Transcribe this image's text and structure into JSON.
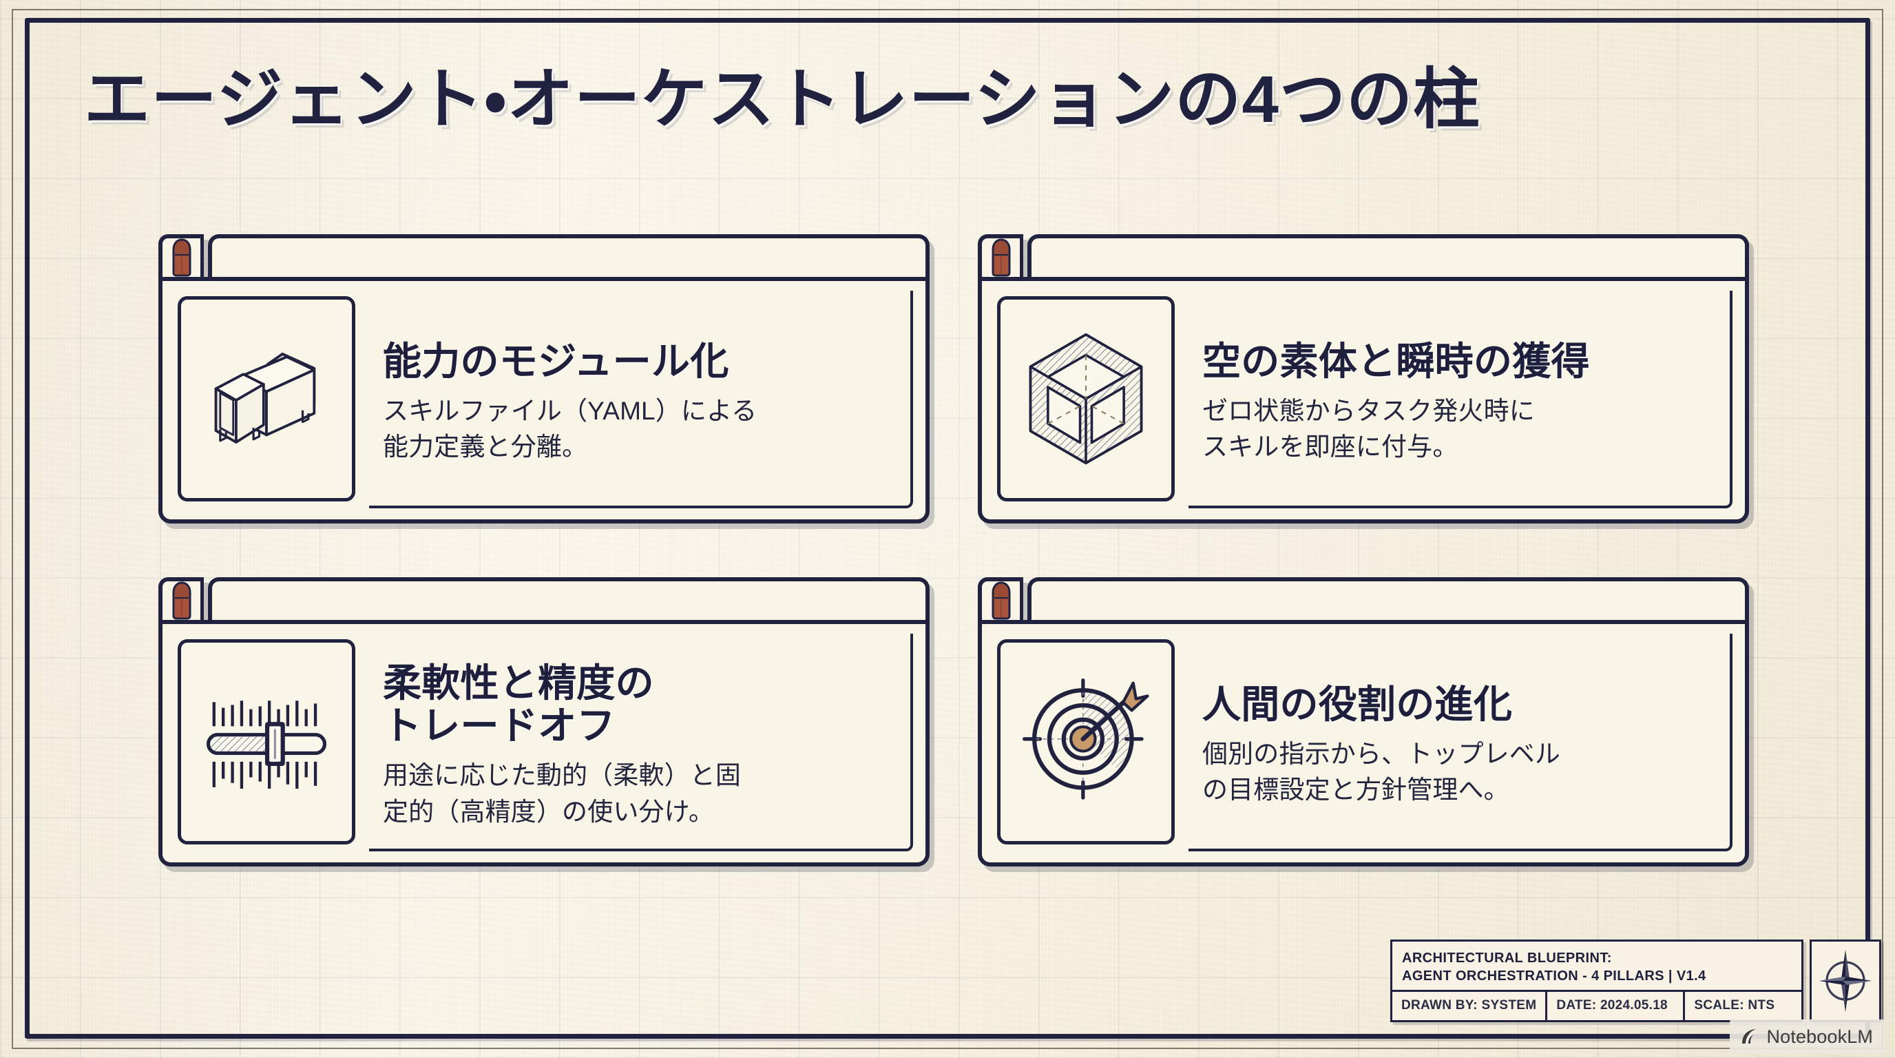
{
  "page_title": "エージェント・オーケストレーションの4つの柱",
  "theme": {
    "paper": "#f6f1e2",
    "ink": "#21223f",
    "accent_rust": "#a8543c",
    "accent_tan": "#c89a6a",
    "grid_line": "#9aa0bd"
  },
  "cards": [
    {
      "id": "modularity",
      "icon_name": "isometric-module-blocks-icon",
      "title": "能力のモジュール化",
      "desc_lines": [
        "スキルファイル（YAML）による",
        "能力定義と分離。"
      ]
    },
    {
      "id": "empty-shell",
      "icon_name": "isometric-hollow-cube-icon",
      "title": "空の素体と瞬時の獲得",
      "desc_lines": [
        "ゼロ状態からタスク発火時に",
        "スキルを即座に付与。"
      ]
    },
    {
      "id": "flexibility-precision",
      "icon_name": "slider-gauge-icon",
      "title": "柔軟性と精度の\nトレードオフ",
      "title_lines": [
        "柔軟性と精度の",
        "トレードオフ"
      ],
      "desc_lines": [
        "用途に応じた動的（柔軟）と固",
        "定的（高精度）の使い分け。"
      ]
    },
    {
      "id": "human-role",
      "icon_name": "target-with-arrow-icon",
      "title": "人間の役割の進化",
      "desc_lines": [
        "個別の指示から、トップレベル",
        "の目標設定と方針管理へ。"
      ]
    }
  ],
  "title_block": {
    "line1": "ARCHITECTURAL BLUEPRINT:",
    "line2": "AGENT ORCHESTRATION - 4 PILLARS | V1.4",
    "drawn_by": "DRAWN BY: SYSTEM",
    "date": "DATE: 2024.05.18",
    "scale": "SCALE: NTS",
    "compass_icon": "compass-rose-icon"
  },
  "watermark": {
    "label": "NotebookLM",
    "icon_name": "notebooklm-logo-icon"
  }
}
